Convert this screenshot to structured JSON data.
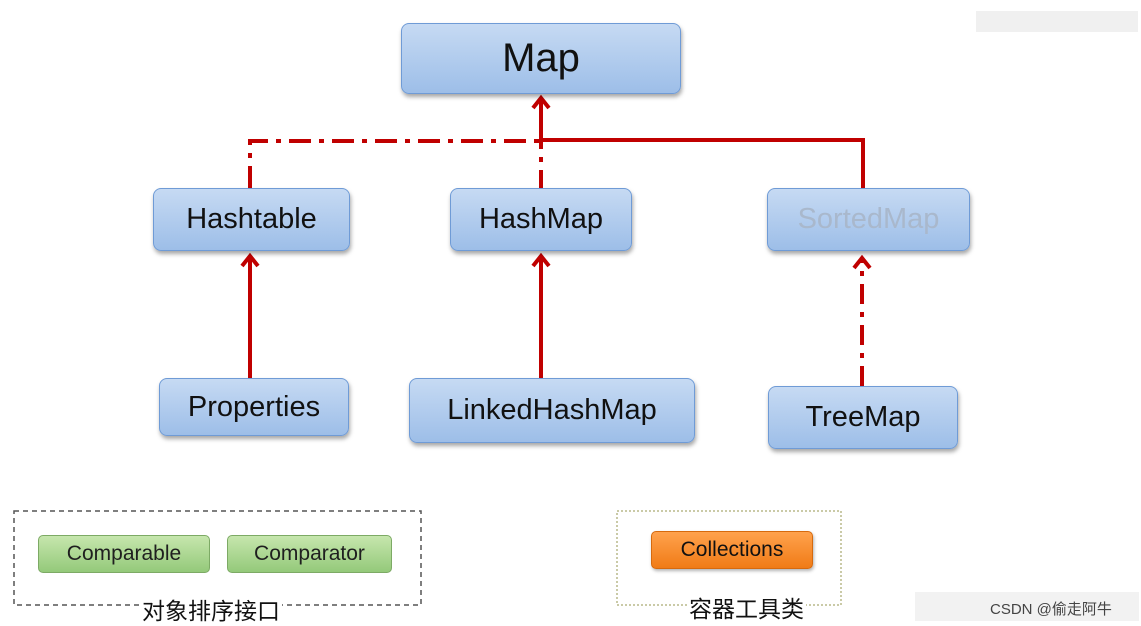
{
  "nodes": {
    "map": "Map",
    "hashtable": "Hashtable",
    "hashmap": "HashMap",
    "sortedmap": "SortedMap",
    "properties": "Properties",
    "linkedhashmap": "LinkedHashMap",
    "treemap": "TreeMap"
  },
  "sorting_group": {
    "items": [
      "Comparable",
      "Comparator"
    ],
    "label": "对象排序接口"
  },
  "tools_group": {
    "item": "Collections",
    "label": "容器工具类"
  },
  "footer": "CSDN @偷走阿牛",
  "colors": {
    "connector": "#c00000",
    "node_fill": "#b3cdee",
    "node_border": "#6f9bd6",
    "green_chip": "#aed794",
    "orange_chip": "#f58a2a",
    "group_border": "#555555",
    "tools_border": "#b8b88a"
  }
}
